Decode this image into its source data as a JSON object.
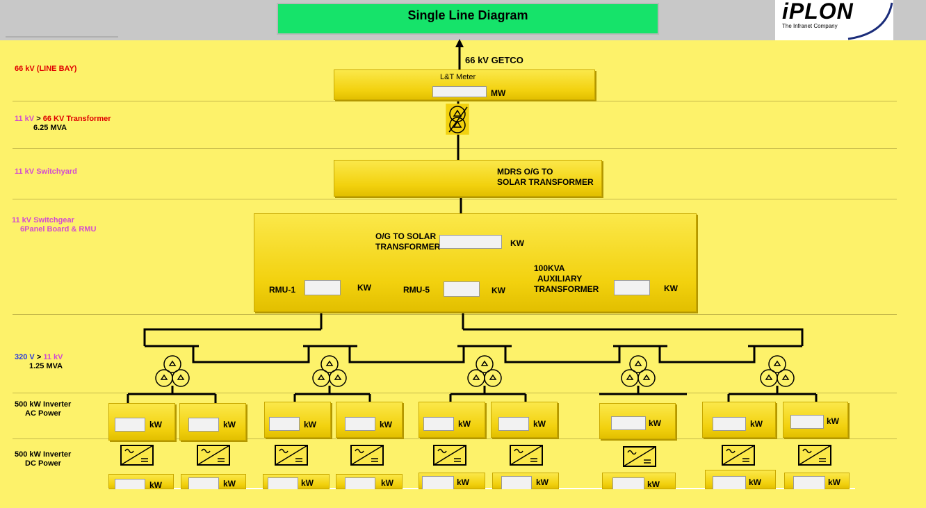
{
  "header": {
    "title": "Single Line Diagram",
    "logo": {
      "name": "iPLON",
      "tagline": "The Infranet Company"
    }
  },
  "levels": {
    "line_bay": "66 kV  (LINE BAY)",
    "transformer": {
      "from": "11 kV",
      "sep": ">",
      "to": "66 KV Transformer",
      "rating": "6.25 MVA"
    },
    "switchyard": "11 kV Switchyard",
    "switchgear": {
      "line1": "11 kV  Switchgear",
      "line2": "6Panel Board &  RMU"
    },
    "inv_transformer": {
      "from": "320 V",
      "sep": ">",
      "to": "11 kV",
      "rating": "1.25 MVA"
    },
    "inverter_ac": {
      "line1": "500 kW Inverter",
      "line2": "AC Power"
    },
    "inverter_dc": {
      "line1": "500 kW Inverter",
      "line2": "DC Power"
    }
  },
  "getco": {
    "label": "66 kV GETCO"
  },
  "meter": {
    "title": "L&T Meter",
    "value": "",
    "unit": "MW"
  },
  "mdrs": {
    "line1": "MDRS  O/G TO",
    "line2": "SOLAR TRANSFORMER"
  },
  "panel": {
    "og_line1": "O/G TO SOLAR",
    "og_line2": "TRANSFORMER",
    "og_unit": "KW",
    "og_value": "",
    "rmu1": {
      "label": "RMU-1",
      "unit": "KW",
      "value": ""
    },
    "rmu5": {
      "label": "RMU-5",
      "unit": "KW",
      "value": ""
    },
    "aux": {
      "line1": "100KVA",
      "line2": "AUXILIARY",
      "line3": "TRANSFORMER",
      "unit": "KW",
      "value": ""
    }
  },
  "inverters": {
    "ac_unit": "kW",
    "dc_unit": "kW",
    "ac": [
      "",
      "",
      "",
      "",
      "",
      "",
      "",
      "",
      "",
      ""
    ],
    "dc": [
      "",
      "",
      "",
      "",
      "",
      "",
      "",
      "",
      "",
      ""
    ]
  },
  "colors": {
    "background": "#fdf26a",
    "title_bar": "#16e36a",
    "box_yellow": "#f2d10e"
  }
}
